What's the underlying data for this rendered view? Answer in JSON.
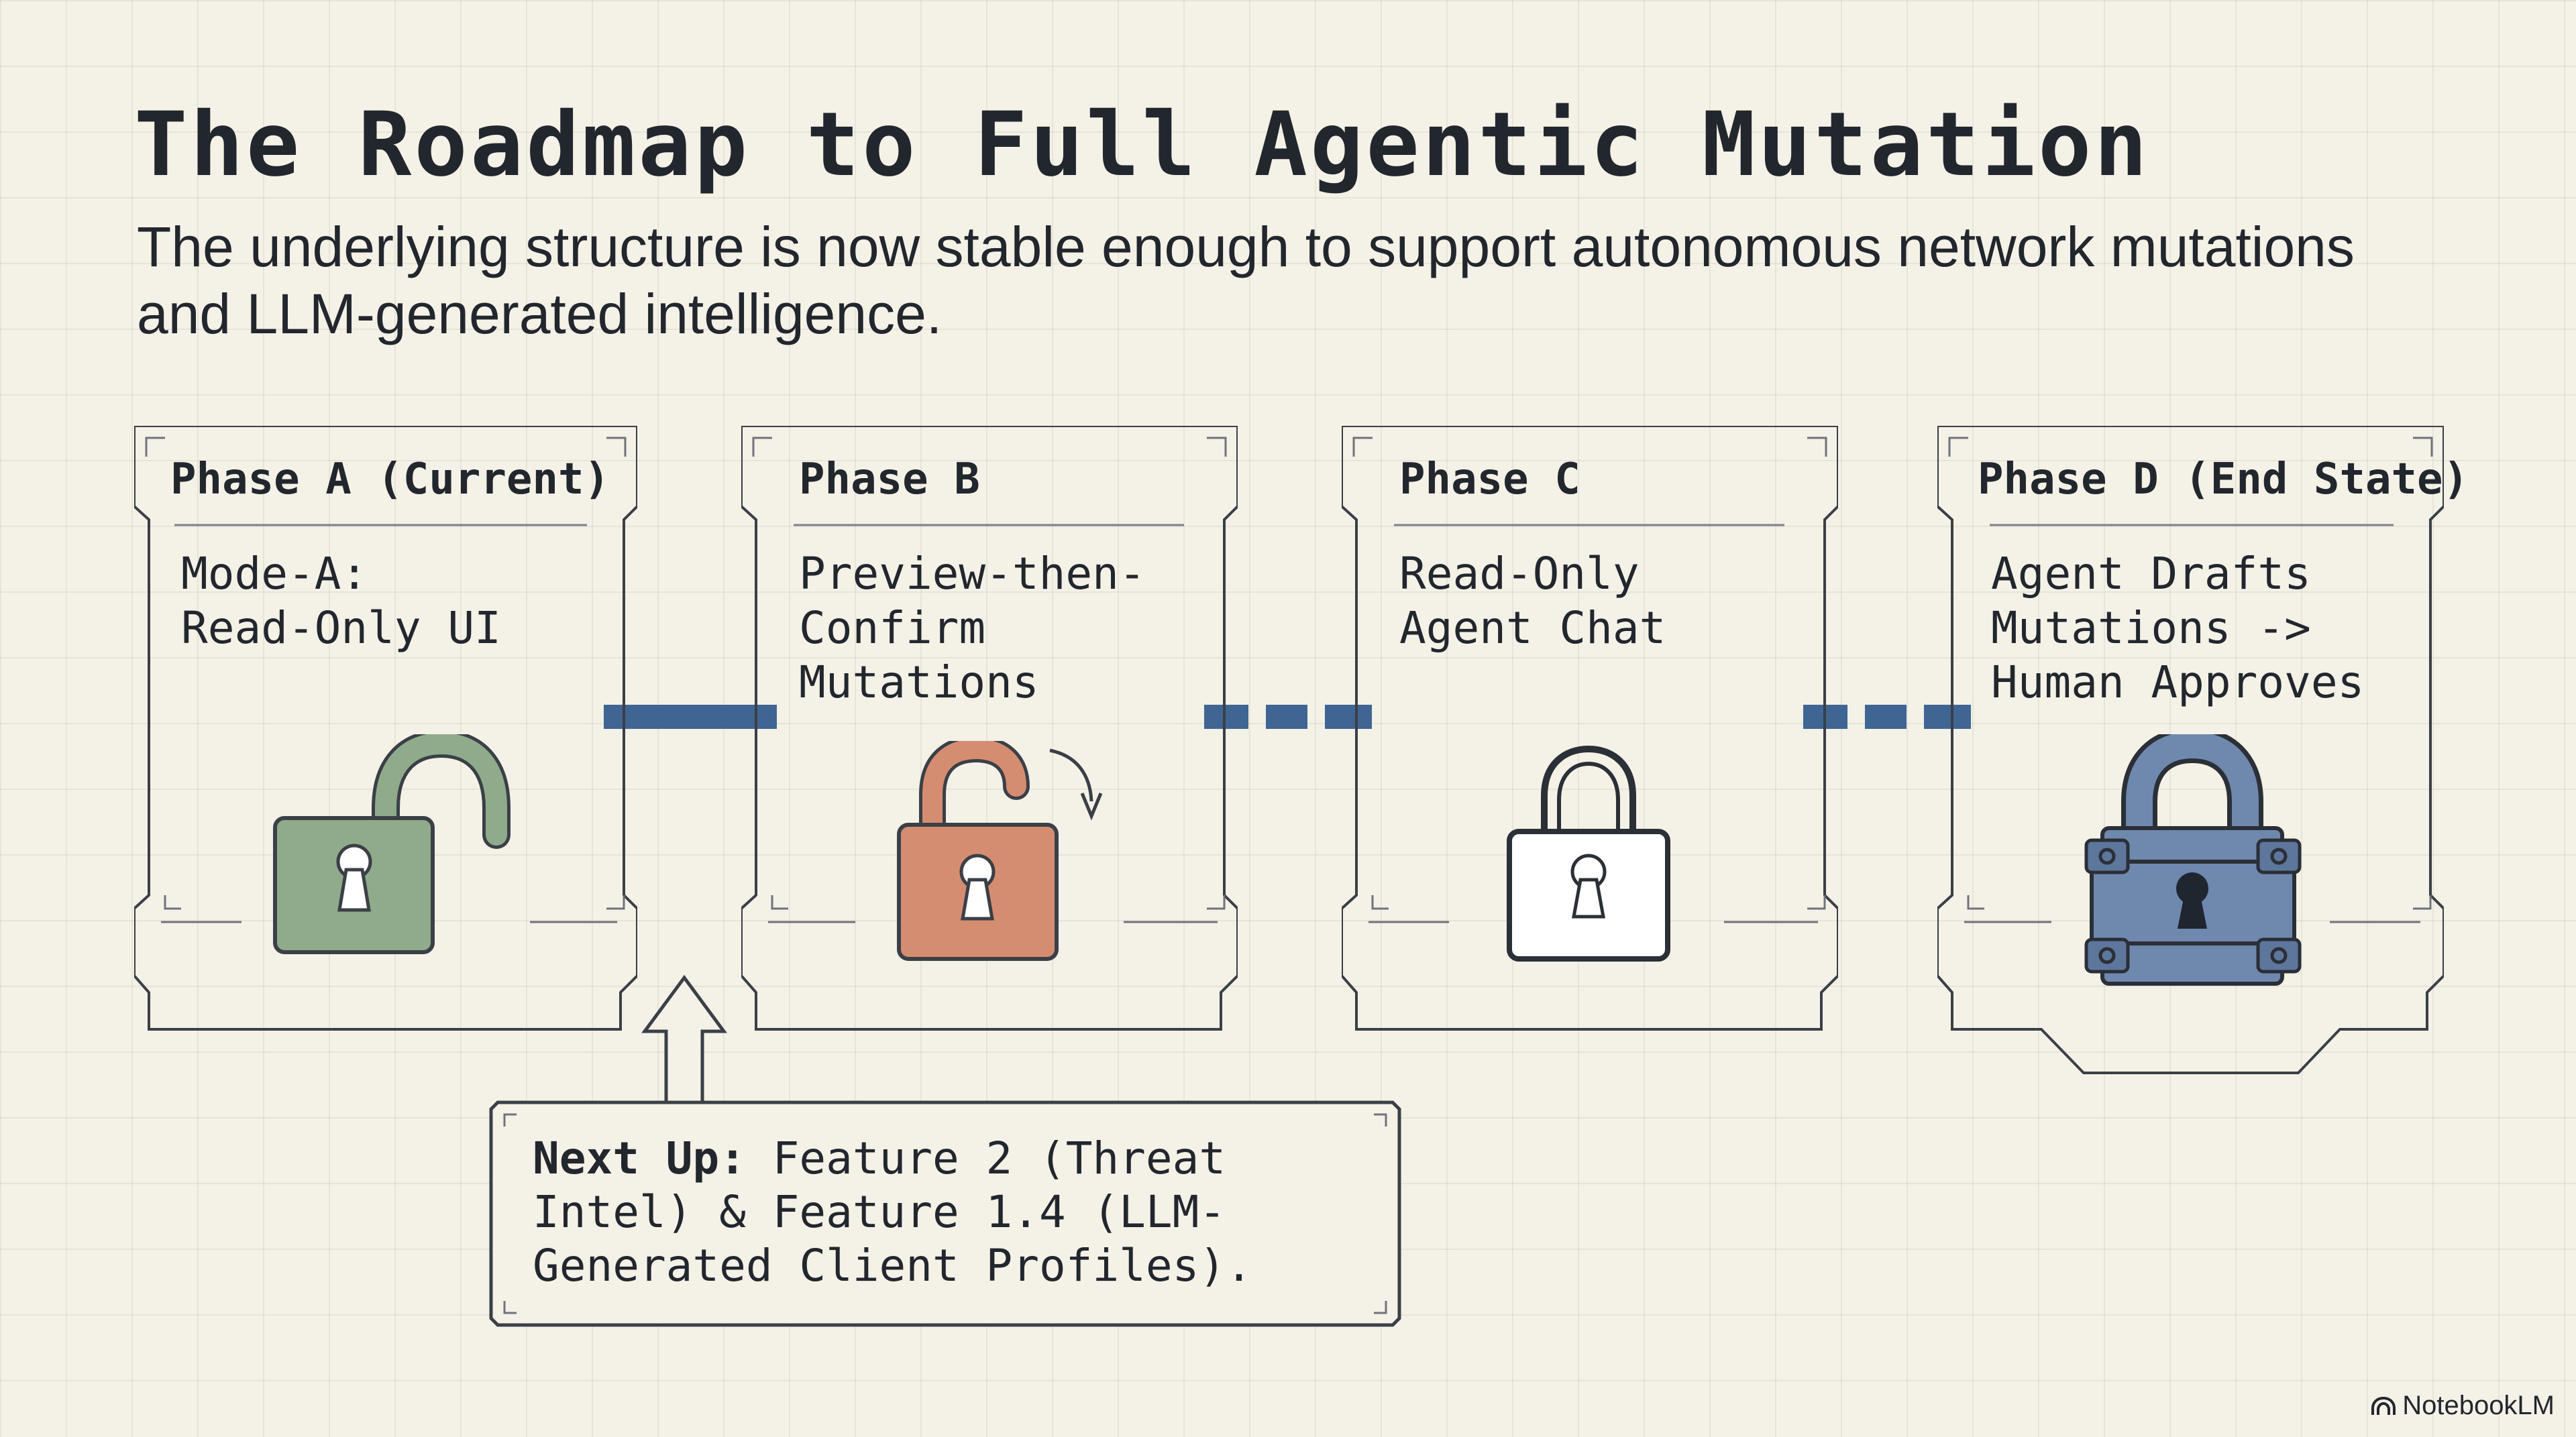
{
  "header": {
    "title": "The Roadmap to Full Agentic Mutation",
    "subtitle": "The underlying structure is now stable enough to support autonomous network mutations and LLM-generated intelligence."
  },
  "phases": [
    {
      "title": "Phase A (Current)",
      "body": "Mode-A:\nRead-Only UI",
      "icon": "unlocked-padlock-icon",
      "color": "#8fab8b"
    },
    {
      "title": "Phase B",
      "body": "Preview-then-\nConfirm\nMutations",
      "icon": "unlocking-padlock-icon",
      "color": "#d58d72"
    },
    {
      "title": "Phase C",
      "body": "Read-Only\nAgent Chat",
      "icon": "padlock-outline-icon",
      "color": "#ffffff"
    },
    {
      "title": "Phase D (End State)",
      "body": "Agent Drafts\nMutations ->\nHuman Approves",
      "icon": "reinforced-padlock-icon",
      "color": "#6f88ae"
    }
  ],
  "callout": {
    "label": "Next Up:",
    "text": " Feature 2 (Threat Intel) & Feature 1.4 (LLM-Generated Client Profiles)."
  },
  "connector_color": "#3f6593",
  "brand": {
    "label": "NotebookLM",
    "icon": "notebooklm-logo-icon"
  }
}
